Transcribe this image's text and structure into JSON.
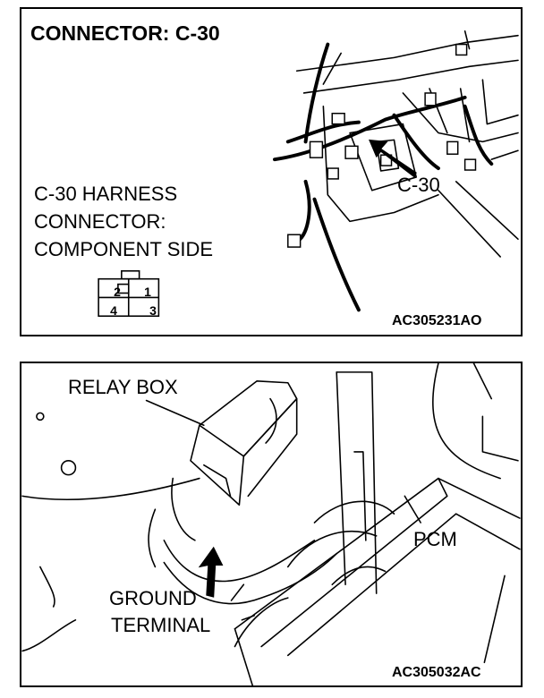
{
  "top_panel": {
    "title": "CONNECTOR: C-30",
    "harness_label_line1": "C-30 HARNESS",
    "harness_label_line2": "CONNECTOR:",
    "harness_label_line3": "COMPONENT SIDE",
    "pins": [
      "2",
      "1",
      "4",
      "3"
    ],
    "callout": "C-30",
    "code": "AC305231AO"
  },
  "bottom_panel": {
    "relay_box_label": "RELAY BOX",
    "pcm_label": "PCM",
    "ground_label_line1": "GROUND",
    "ground_label_line2": "TERMINAL",
    "code": "AC305032AC"
  }
}
